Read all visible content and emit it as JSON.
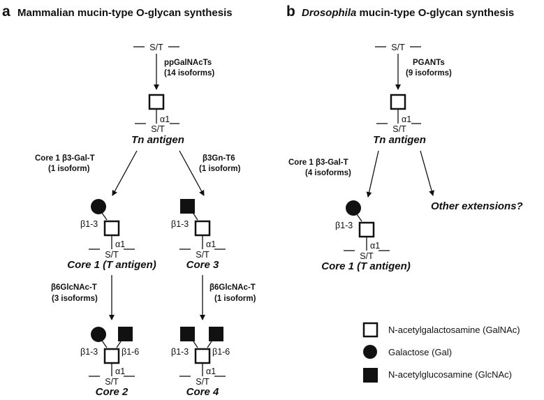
{
  "panel_a": {
    "letter": "a",
    "title": "Mammalian mucin-type O-glycan synthesis",
    "site_label": "S/T",
    "step1_enzyme": "ppGalNAcTs",
    "step1_isoforms": "(14 isoforms)",
    "tn_linkage": "α1",
    "tn_name": "Tn antigen",
    "left_enzyme": "Core 1 β3-Gal-T",
    "left_isoforms": "(1 isoform)",
    "right_enzyme": "β3Gn-T6",
    "right_isoforms": "(1 isoform)",
    "core1_link": "β1-3",
    "core1_name": "Core 1 (T antigen)",
    "core3_link": "β1-3",
    "core3_name": "Core 3",
    "left2_enzyme": "β6GlcNAc-T",
    "left2_isoforms": "(3 isoforms)",
    "right2_enzyme": "β6GlcNAc-T",
    "right2_isoforms": "(1 isoform)",
    "core2_link_left": "β1-3",
    "core2_link_right": "β1-6",
    "core2_name": "Core 2",
    "core4_link_left": "β1-3",
    "core4_link_right": "β1-6",
    "core4_name": "Core 4"
  },
  "panel_b": {
    "letter": "b",
    "title_italic": "Drosophila",
    "title_rest": " mucin-type O-glycan synthesis",
    "site_label": "S/T",
    "step1_enzyme": "PGANTs",
    "step1_isoforms": "(9 isoforms)",
    "tn_linkage": "α1",
    "tn_name": "Tn antigen",
    "left_enzyme": "Core 1 β3-Gal-T",
    "left_isoforms": "(4 isoforms)",
    "other": "Other extensions?",
    "core1_link": "β1-3",
    "core1_name": "Core 1 (T antigen)"
  },
  "legend": {
    "galnac": "N-acetylgalactosamine (GalNAc)",
    "gal": "Galactose (Gal)",
    "glcnac": "N-acetylglucosamine (GlcNAc)"
  }
}
